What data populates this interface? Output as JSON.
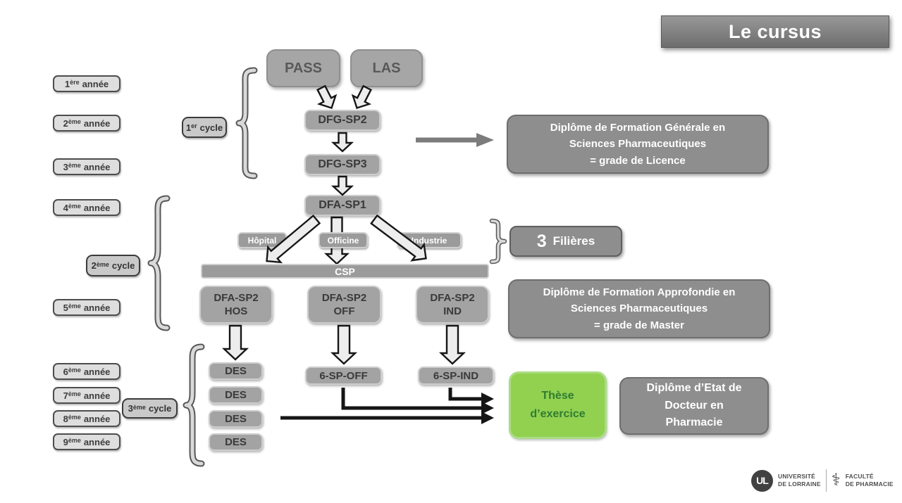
{
  "title": "Le cursus",
  "years": [
    {
      "num": "1",
      "sup": "ère",
      "word": "année"
    },
    {
      "num": "2",
      "sup": "ème",
      "word": "année"
    },
    {
      "num": "3",
      "sup": "ème",
      "word": "année"
    },
    {
      "num": "4",
      "sup": "ème",
      "word": "année"
    },
    {
      "num": "5",
      "sup": "ème",
      "word": "année"
    },
    {
      "num": "6",
      "sup": "ème",
      "word": "année"
    },
    {
      "num": "7",
      "sup": "ème",
      "word": "année"
    },
    {
      "num": "8",
      "sup": "ème",
      "word": "année"
    },
    {
      "num": "9",
      "sup": "ème",
      "word": "année"
    }
  ],
  "cycles": [
    {
      "num": "1",
      "sup": "er",
      "word": "cycle"
    },
    {
      "num": "2",
      "sup": "ème",
      "word": "cycle"
    },
    {
      "num": "3",
      "sup": "ème",
      "word": "cycle"
    }
  ],
  "nodes": {
    "pass": "PASS",
    "las": "LAS",
    "dfg_sp2": "DFG-SP2",
    "dfg_sp3": "DFG-SP3",
    "dfa_sp1": "DFA-SP1",
    "hopital": "Hôpital",
    "officine": "Officine",
    "industrie": "Industrie",
    "csp": "CSP",
    "dfa_sp2_hos_1": "DFA-SP2",
    "dfa_sp2_hos_2": "HOS",
    "dfa_sp2_off_1": "DFA-SP2",
    "dfa_sp2_off_2": "OFF",
    "dfa_sp2_ind_1": "DFA-SP2",
    "dfa_sp2_ind_2": "IND",
    "des": "DES",
    "six_sp_off": "6-SP-OFF",
    "six_sp_ind": "6-SP-IND",
    "these_1": "Thèse",
    "these_2": "d’exercice"
  },
  "filieres": {
    "number": "3",
    "label": "Filières"
  },
  "info": {
    "licence": {
      "l1": "Diplôme de Formation Générale en",
      "l2": "Sciences Pharmaceutiques",
      "l3": "= grade de Licence"
    },
    "master": {
      "l1": "Diplôme de Formation Approfondie en",
      "l2": "Sciences Pharmaceutiques",
      "l3": "= grade de Master"
    },
    "doctorat": {
      "l1": "Diplôme d’Etat de",
      "l2": "Docteur en",
      "l3": "Pharmacie"
    }
  },
  "footer": {
    "logo_text": "UL",
    "org1a": "UNIVERSITÉ",
    "org1b": "DE LORRAINE",
    "pharm_icon": "⚕",
    "org2a": "FACULTÉ",
    "org2b": "DE PHARMACIE"
  },
  "colors": {
    "node_gray": "#a3a3a3",
    "info_gray": "#8e8e8e",
    "banner_gray": "#7f7f7f",
    "these_green": "#92d050",
    "these_text": "#2e7d32",
    "arrow_black": "#151515"
  }
}
